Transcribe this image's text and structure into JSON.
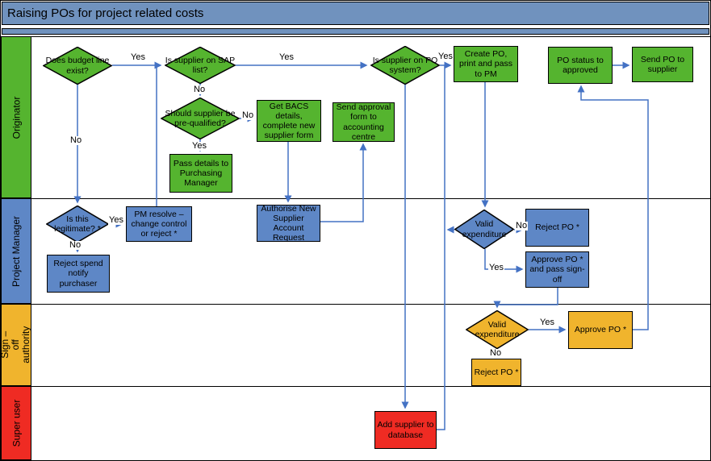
{
  "title": "Raising POs for project related costs",
  "lanes": [
    {
      "label": "Originator"
    },
    {
      "label": "Project Manager"
    },
    {
      "label": "Sign – off authority"
    },
    {
      "label": "Super user"
    }
  ],
  "nodes": {
    "budget_exists": {
      "label": "Does budget line exist?"
    },
    "supplier_on_sap": {
      "label": "Is supplier on SAP list?"
    },
    "pre_qualified": {
      "label": "Should supplier be pre-qualified?"
    },
    "pass_details": {
      "label": "Pass details to Purchasing Manager"
    },
    "get_bacs": {
      "label": "Get BACS details, complete new supplier form"
    },
    "send_approval": {
      "label": "Send approval form to accounting centre"
    },
    "supplier_on_po": {
      "label": "Is supplier on PO system?"
    },
    "create_po": {
      "label": "Create PO, print and pass to PM"
    },
    "po_status": {
      "label": "PO status to approved"
    },
    "send_po": {
      "label": "Send PO to supplier"
    },
    "legitimate": {
      "label": "Is this legitimate? *"
    },
    "pm_resolve": {
      "label": "PM resolve – change control or reject *"
    },
    "reject_spend": {
      "label": "Reject spend notify purchaser"
    },
    "authorise_new": {
      "label": "Authorise New Supplier Account Request"
    },
    "valid_exp_pm": {
      "label": "Valid expenditure"
    },
    "reject_po_pm": {
      "label": "Reject PO *"
    },
    "approve_po_pm": {
      "label": "Approve PO * and pass sign-off"
    },
    "valid_exp_so": {
      "label": "Valid expenditure"
    },
    "approve_po_so": {
      "label": "Approve PO *"
    },
    "reject_po_so": {
      "label": "Reject PO *"
    },
    "add_supplier": {
      "label": "Add supplier to database"
    }
  },
  "edge_labels": [
    {
      "text": "Yes"
    },
    {
      "text": "No"
    },
    {
      "text": "No"
    },
    {
      "text": "No"
    },
    {
      "text": "Yes"
    },
    {
      "text": "Yes"
    },
    {
      "text": "Yes"
    },
    {
      "text": "Yes"
    },
    {
      "text": "No"
    },
    {
      "text": "No"
    },
    {
      "text": "Yes"
    },
    {
      "text": "Yes"
    },
    {
      "text": "No"
    }
  ],
  "colors": {
    "header": "#7092BE",
    "green": "#55B42F",
    "blue": "#5E87C6",
    "yellow": "#F0B42D",
    "red": "#EF2B23",
    "connector": "#4472C4"
  }
}
